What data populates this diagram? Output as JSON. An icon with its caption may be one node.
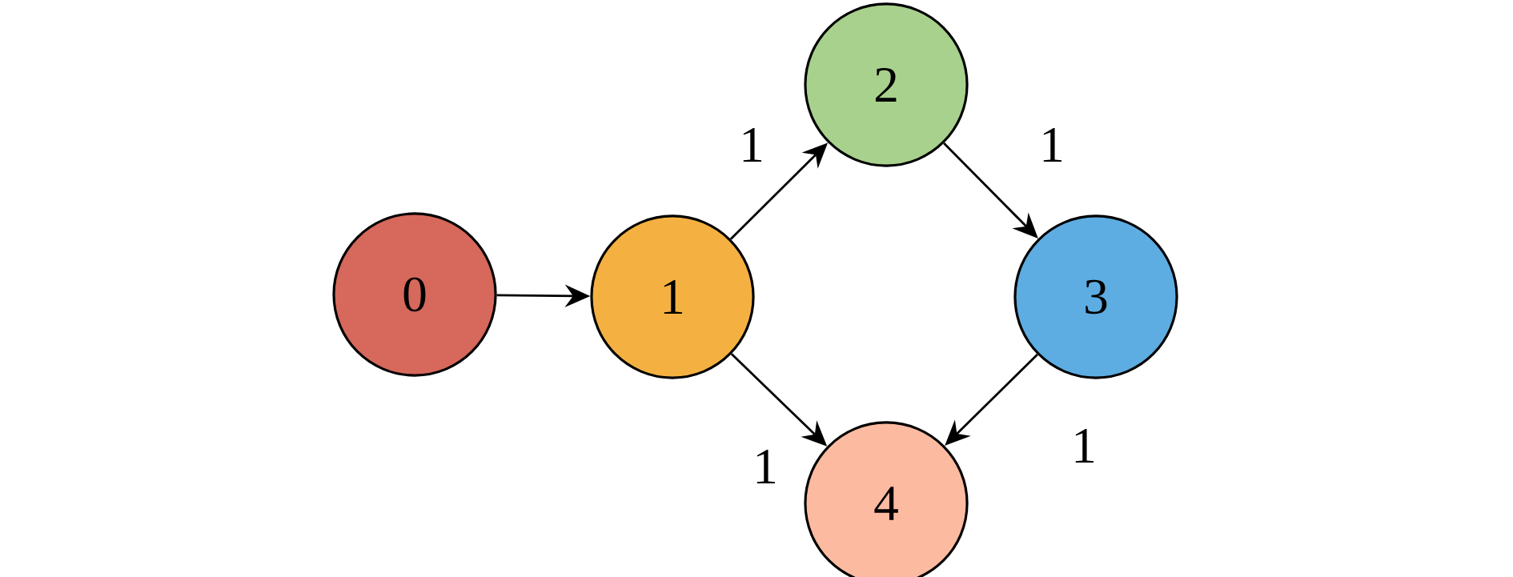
{
  "diagram": {
    "nodes": [
      {
        "text": [
          "0"
        ]
      },
      {
        "text": [
          "1"
        ]
      },
      {
        "text": [
          "2"
        ]
      },
      {
        "text": [
          "3"
        ]
      },
      {
        "text": [
          "4"
        ]
      }
    ],
    "edges": [
      {
        "from": 0,
        "to": 1,
        "arrow": "to"
      },
      {
        "from": 1,
        "to": 2,
        "arrow": "to",
        "label": "1"
      },
      {
        "from": 2,
        "to": 3,
        "arrow": "to",
        "label": "1"
      },
      {
        "from": 1,
        "to": 4,
        "arrow": "to",
        "label": "1"
      },
      {
        "from": 3,
        "to": 4,
        "arrow": "to",
        "label": "1"
      }
    ]
  }
}
